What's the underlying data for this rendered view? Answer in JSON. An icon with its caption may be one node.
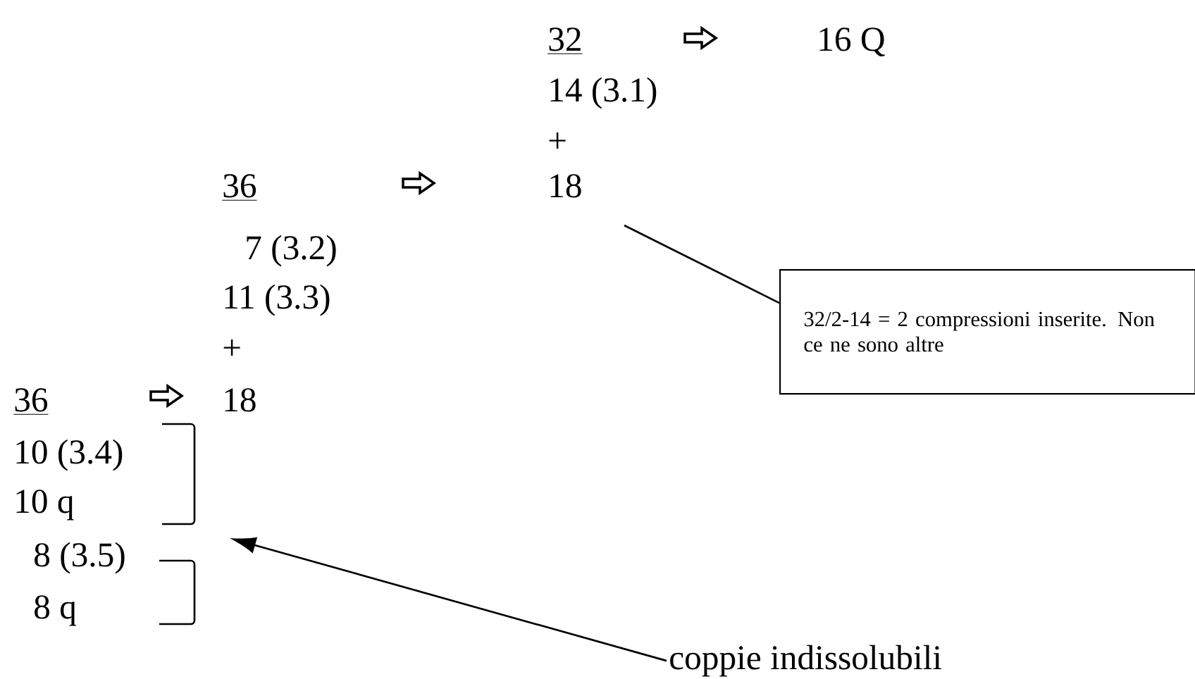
{
  "diagram": {
    "nodes": [
      {
        "text": [
          "32/2-14 = 2 compressioni inserite. Non ce ne sono altre"
        ]
      },
      {
        "text": [
          "coppie indissolubili"
        ]
      }
    ],
    "edges": [
      {
        "from": 0,
        "to": null,
        "arrow": "none"
      },
      {
        "from": 1,
        "to": null,
        "arrow": "to"
      }
    ],
    "labels": [
      "32",
      "16 Q",
      "14 (3.1)",
      "+",
      "36",
      "18",
      "7 (3.2)",
      "11 (3.3)",
      "+",
      "36",
      "18",
      "10 (3.4)",
      "10 q",
      "8 (3.5)",
      "8 q"
    ]
  }
}
